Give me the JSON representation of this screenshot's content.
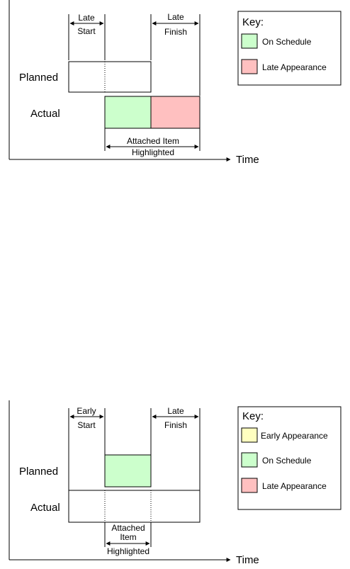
{
  "colors": {
    "on_schedule": "#ccffcc",
    "late_appearance": "#ffc0c0",
    "early_appearance": "#ffffc0",
    "line": "#000000"
  },
  "diagram1": {
    "left_marker": [
      "Late",
      "Start"
    ],
    "right_marker": [
      "Late",
      "Finish"
    ],
    "row_planned": "Planned",
    "row_actual": "Actual",
    "span_label": [
      "Attached Item",
      "Highlighted"
    ],
    "axis_label": "Time",
    "key": {
      "title": "Key:",
      "items": [
        {
          "label": "On Schedule",
          "color": "#ccffcc"
        },
        {
          "label": "Late Appearance",
          "color": "#ffc0c0"
        }
      ]
    }
  },
  "diagram2": {
    "left_marker": [
      "Early",
      "Start"
    ],
    "right_marker": [
      "Late",
      "Finish"
    ],
    "row_planned": "Planned",
    "row_actual": "Actual",
    "span_label": [
      "Attached",
      "Item",
      "Highlighted"
    ],
    "axis_label": "Time",
    "key": {
      "title": "Key:",
      "items": [
        {
          "label": "Early Appearance",
          "color": "#ffffc0"
        },
        {
          "label": "On Schedule",
          "color": "#ccffcc"
        },
        {
          "label": "Late Appearance",
          "color": "#ffc0c0"
        }
      ]
    }
  }
}
